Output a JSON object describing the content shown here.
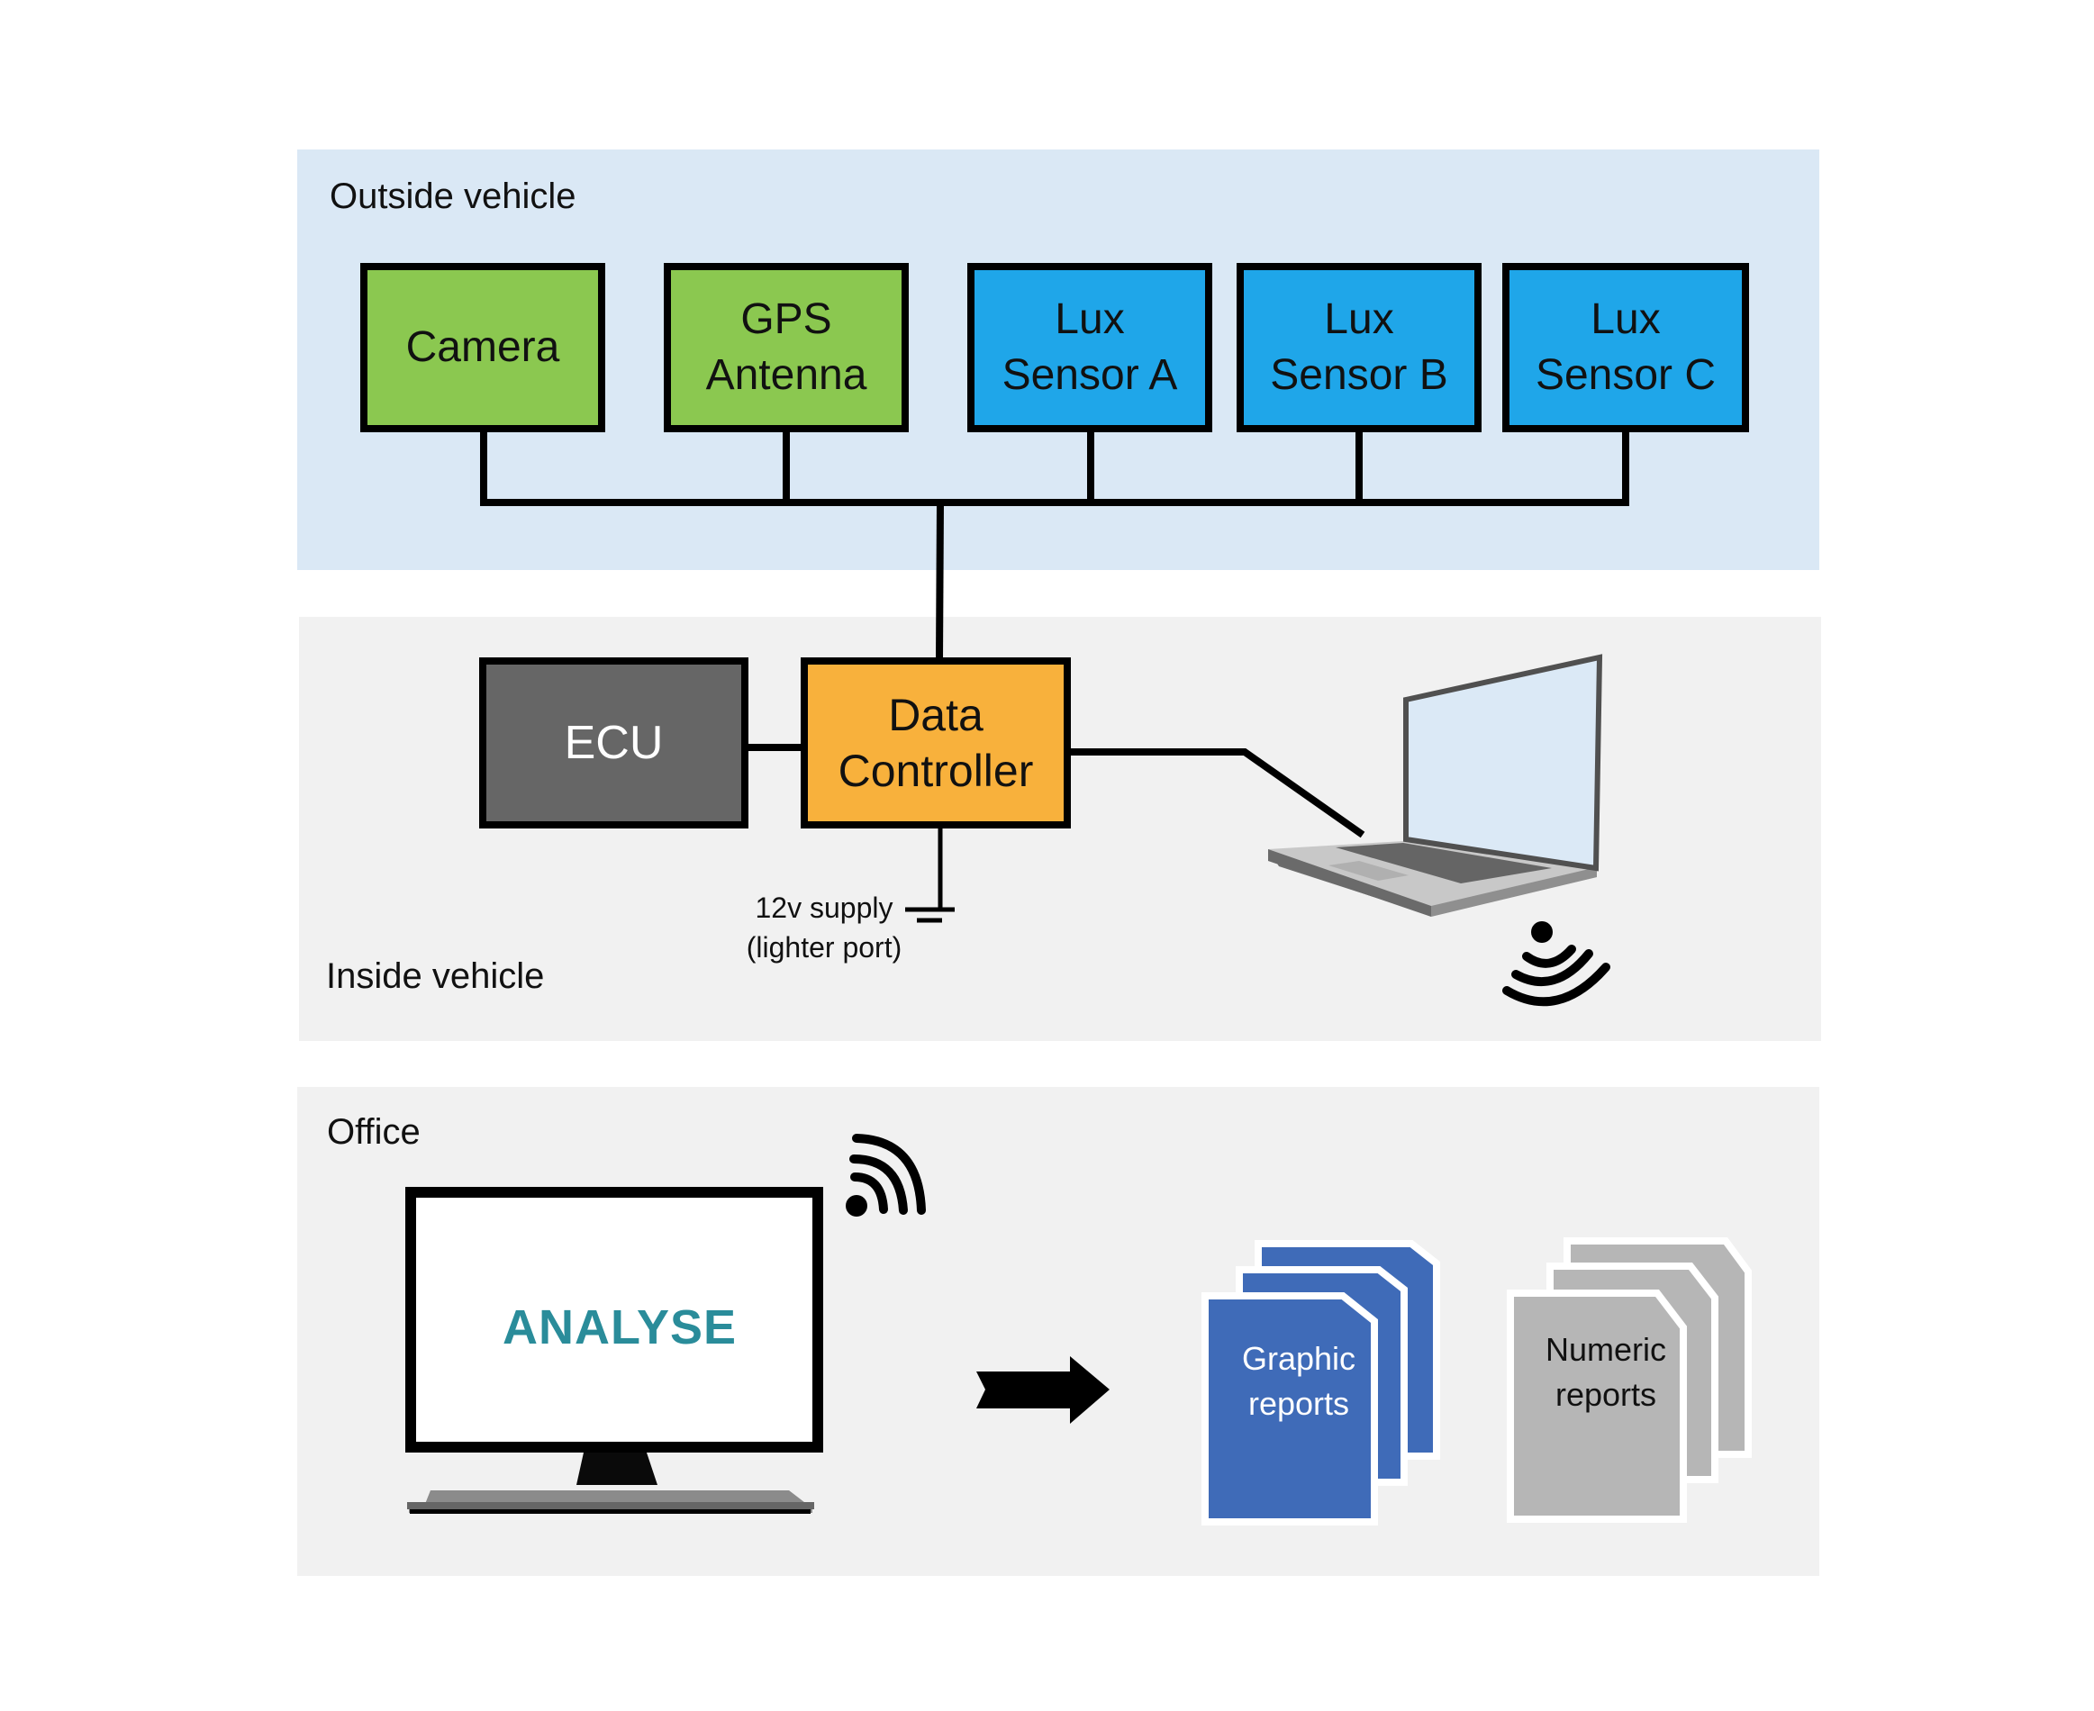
{
  "sections": {
    "outside": {
      "label": "Outside vehicle"
    },
    "inside": {
      "label": "Inside vehicle"
    },
    "office": {
      "label": "Office"
    }
  },
  "outside_devices": [
    {
      "name": "Camera",
      "line1": "Camera",
      "line2": "",
      "color": "#8bc850"
    },
    {
      "name": "GPS Antenna",
      "line1": "GPS",
      "line2": "Antenna",
      "color": "#8bc850"
    },
    {
      "name": "Lux Sensor A",
      "line1": "Lux",
      "line2": "Sensor A",
      "color": "#1fa6e9"
    },
    {
      "name": "Lux Sensor B",
      "line1": "Lux",
      "line2": "Sensor B",
      "color": "#1fa6e9"
    },
    {
      "name": "Lux Sensor C",
      "line1": "Lux",
      "line2": "Sensor C",
      "color": "#1fa6e9"
    }
  ],
  "inside_devices": {
    "ecu": {
      "label": "ECU",
      "color": "#666666"
    },
    "controller": {
      "line1": "Data",
      "line2": "Controller",
      "color": "#f8b13c"
    },
    "supply": {
      "line1": "12v supply",
      "line2": "(lighter port)"
    },
    "laptop": {
      "icon": "laptop-icon"
    },
    "wireless": {
      "icon": "wireless-signal-icon"
    }
  },
  "office": {
    "monitor_text": "ANALYSE",
    "monitor_text_color": "#2a8c9a",
    "wireless": {
      "icon": "wireless-signal-icon"
    },
    "arrow": {
      "icon": "arrow-right-icon"
    },
    "graphic_reports": {
      "line1": "Graphic",
      "line2": "reports",
      "color": "#3f6bb8"
    },
    "numeric_reports": {
      "line1": "Numeric",
      "line2": "reports",
      "color": "#b6b6b6"
    }
  }
}
